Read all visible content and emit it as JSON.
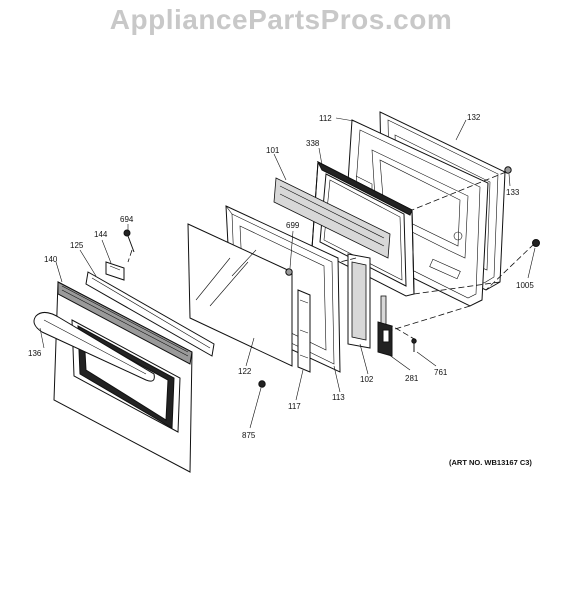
{
  "watermark": "AppliancePartsPros.com",
  "art_number": "(ART NO. WB13167 C3)",
  "callouts": {
    "p112": "112",
    "p132": "132",
    "p338": "338",
    "p101": "101",
    "p133": "133",
    "p694": "694",
    "p699": "699",
    "p144": "144",
    "p125": "125",
    "p140": "140",
    "p1005": "1005",
    "p136": "136",
    "p122": "122",
    "p102": "102",
    "p281": "281",
    "p761": "761",
    "p117": "117",
    "p113": "113",
    "p875": "875"
  }
}
